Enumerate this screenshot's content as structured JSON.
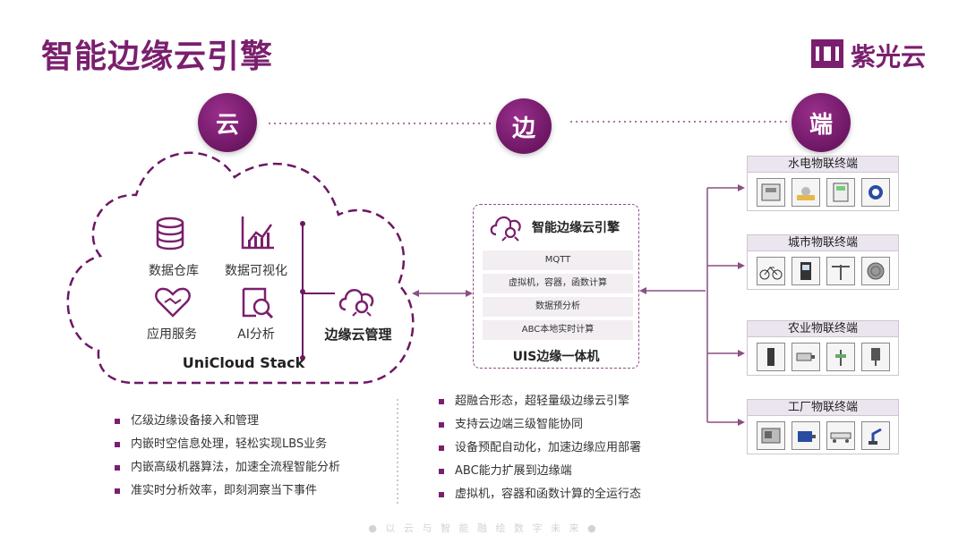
{
  "header": {
    "title": "智能边缘云引擎",
    "logo_text": "紫光云"
  },
  "tiers": {
    "cloud": "云",
    "edge": "边",
    "device": "端"
  },
  "cloud_section": {
    "items": [
      {
        "label": "数据仓库",
        "icon": "database-icon"
      },
      {
        "label": "数据可视化",
        "icon": "bar-chart-icon"
      },
      {
        "label": "应用服务",
        "icon": "heart-handshake-icon"
      },
      {
        "label": "AI分析",
        "icon": "magnify-chart-icon"
      }
    ],
    "edge_mgmt_label": "边缘云管理",
    "stack_label": "UniCloud Stack",
    "bullets": [
      "亿级边缘设备接入和管理",
      "内嵌时空信息处理，轻松实现LBS业务",
      "内嵌高级机器算法，加速全流程智能分析",
      "准实时分析效率，即刻洞察当下事件"
    ]
  },
  "edge_section": {
    "engine_title": "智能边缘云引擎",
    "rows": [
      "MQTT",
      "虚拟机，容器，函数计算",
      "数据预分析",
      "ABC本地实时计算"
    ],
    "device_label": "UIS边缘一体机",
    "bullets": [
      "超融合形态，超轻量级边缘云引擎",
      "支持云边端三级智能协同",
      "设备预配自动化，加速边缘应用部署",
      "ABC能力扩展到边缘端",
      "虚拟机，容器和函数计算的全运行态"
    ]
  },
  "device_section": {
    "groups": [
      {
        "title": "水电物联终端",
        "icons": [
          "electric-meter-icon",
          "water-pump-icon",
          "smart-meter-icon",
          "water-meter-icon"
        ]
      },
      {
        "title": "城市物联终端",
        "icons": [
          "bicycle-icon",
          "parking-meter-icon",
          "street-light-icon",
          "manhole-cover-icon"
        ]
      },
      {
        "title": "农业物联终端",
        "icons": [
          "soil-sensor-icon",
          "camera-icon",
          "weather-station-icon",
          "probe-icon"
        ]
      },
      {
        "title": "工厂物联终端",
        "icons": [
          "cnc-machine-icon",
          "motor-icon",
          "conveyor-icon",
          "robot-arm-icon"
        ]
      }
    ]
  },
  "footer": {
    "slogan": "● 以 云 与 智 能 融 绘 数 字 未 来 ●"
  },
  "colors": {
    "brand": "#7a1f6e",
    "accent": "#9a2f8c"
  }
}
